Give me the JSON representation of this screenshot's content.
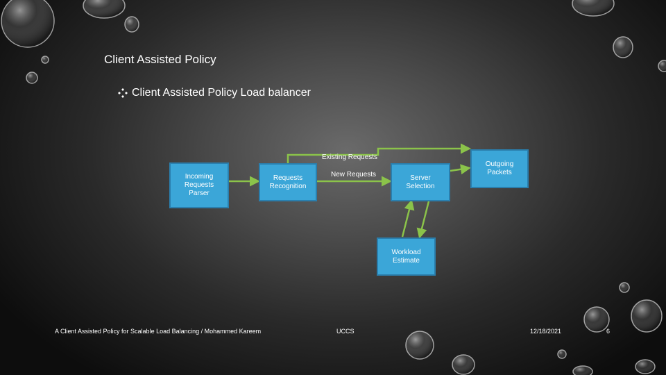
{
  "slide": {
    "title": "Client Assisted Policy",
    "bullet": "Client Assisted Policy Load balancer"
  },
  "diagram": {
    "boxes": {
      "incoming_parser": [
        "Incoming",
        "Requests",
        "Parser"
      ],
      "requests_recognition": [
        "Requests",
        "Recognition"
      ],
      "server_selection": [
        "Server",
        "Selection"
      ],
      "outgoing_packets": [
        "Outgoing",
        "Packets"
      ],
      "workload_estimate": [
        "Workload",
        "Estimate"
      ]
    },
    "labels": {
      "existing_requests": "Existing Requests",
      "new_requests": "New Requests"
    },
    "colors": {
      "box_fill": "#3ba6d8",
      "box_border": "#2a7fae",
      "arrow": "#8bc34a"
    }
  },
  "footer": {
    "paper": "A Client Assisted Policy for Scalable Load Balancing / Mohammed Kareem",
    "org": "UCCS",
    "date": "12/18/2021",
    "page": "6"
  }
}
